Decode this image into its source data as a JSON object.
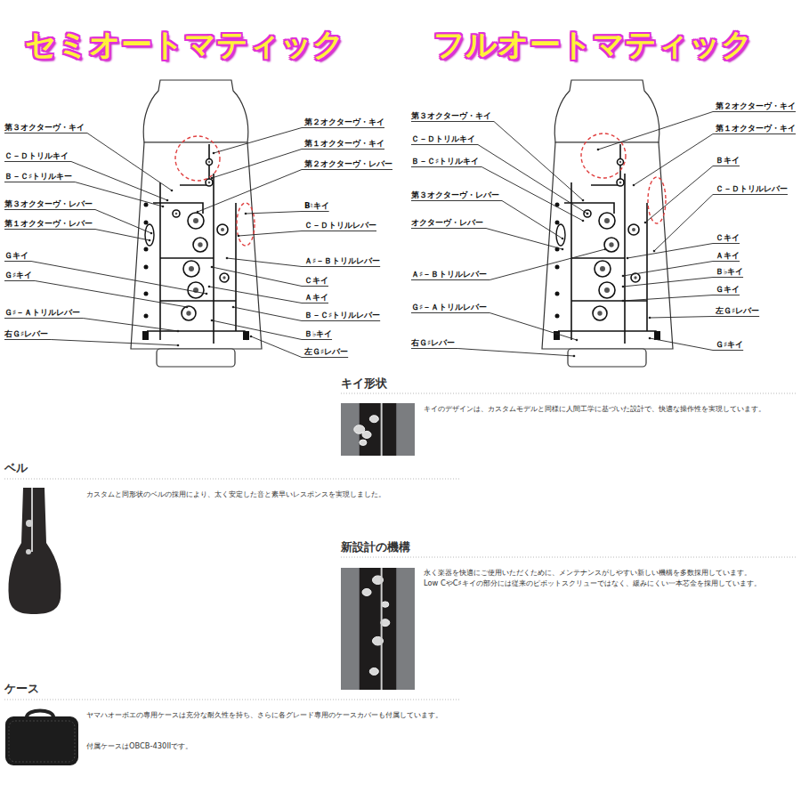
{
  "diagram": {
    "labels": [
      "セミオートマティック",
      "フルオートマティック",
      "第３オクターヴ・キイ",
      "Ｃ－Ｄトリルキイ",
      "Ｂ－Ｃ♯トリルキー",
      "第３オクターヴ・レバー",
      "第１オクターヴ・レバー",
      "Ｇキイ",
      "Ｇ♯キイ",
      "Ｇ♯－Ａトリルレバー",
      "右Ｇ♯レバー",
      "第２オクターヴ・キイ",
      "第１オクターヴ・キイ",
      "第２オクターヴ・レバー",
      "B♮キイ",
      "Ｃ－Ｄトリルレバー",
      "Ａ♯－Ｂトリルレバー",
      "Ｃキイ",
      "Ａキイ",
      "Ｂ－Ｃ♯トリルレバー",
      "Ｂ♭キイ",
      "左Ｇ♯レバー",
      "第３オクターヴ・キイ",
      "Ｃ－Ｄトリルキイ",
      "Ｂ－Ｃ♯トリルキイ",
      "第３オクターヴ・レバー",
      "オクターヴ・レバー",
      "Ａ♯－Ｂトリルレバー",
      "Ｇ♯－Ａトリルレバー",
      "右Ｇ♯レバー",
      "第２オクターヴ・キイ",
      "第１オクターヴ・キイ",
      "Ｂキイ",
      "Ｃ－Ｄトリルレバー",
      "Ｃキイ",
      "Ａキイ",
      "Ｂ♭キイ",
      "Ｇキイ",
      "左Ｇ♯レバー",
      "Ｇ♯キイ",
      "キイ形状",
      "キイのデザインは、カスタムモデルと同様に人間工学に基づいた設計で、快適な操作性を実現しています。",
      "ベル",
      "カスタムと同形状のベルの採用により、太く安定した音と素早いレスポンスを実現しました。",
      "新設計の機構",
      "永く楽器を快適にご使用いただくために、メンテナンスがしやすい新しい機構を多数採用しています。",
      "Low CやC♯キイの部分には従来のピボットスクリューではなく、緩みにくい一本芯金を採用しています。",
      "ケース",
      "ヤマハオーボエの専用ケースは充分な耐久性を持ち、さらに各グレード専用のケースカバーも付属しています。",
      "付属ケースはOBCB-430IIです。"
    ]
  }
}
